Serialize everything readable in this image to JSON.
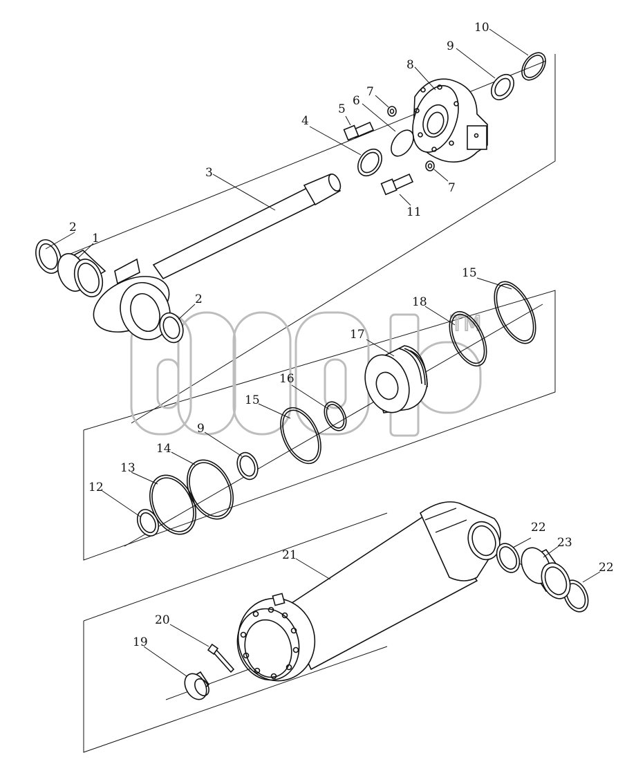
{
  "diagram": {
    "watermark": {
      "brand": "amd",
      "mark": "TM"
    },
    "labels": [
      {
        "id": "l10",
        "text": "10"
      },
      {
        "id": "l9a",
        "text": "9"
      },
      {
        "id": "l8",
        "text": "8"
      },
      {
        "id": "l7a",
        "text": "7"
      },
      {
        "id": "l6",
        "text": "6"
      },
      {
        "id": "l5",
        "text": "5"
      },
      {
        "id": "l4",
        "text": "4"
      },
      {
        "id": "l7b",
        "text": "7"
      },
      {
        "id": "l11",
        "text": "11"
      },
      {
        "id": "l3",
        "text": "3"
      },
      {
        "id": "l2a",
        "text": "2"
      },
      {
        "id": "l1",
        "text": "1"
      },
      {
        "id": "l2b",
        "text": "2"
      },
      {
        "id": "l15a",
        "text": "15"
      },
      {
        "id": "l18",
        "text": "18"
      },
      {
        "id": "l17",
        "text": "17"
      },
      {
        "id": "l16",
        "text": "16"
      },
      {
        "id": "l15b",
        "text": "15"
      },
      {
        "id": "l9b",
        "text": "9"
      },
      {
        "id": "l14",
        "text": "14"
      },
      {
        "id": "l13",
        "text": "13"
      },
      {
        "id": "l12",
        "text": "12"
      },
      {
        "id": "l22a",
        "text": "22"
      },
      {
        "id": "l23",
        "text": "23"
      },
      {
        "id": "l22b",
        "text": "22"
      },
      {
        "id": "l21",
        "text": "21"
      },
      {
        "id": "l20",
        "text": "20"
      },
      {
        "id": "l19",
        "text": "19"
      }
    ]
  }
}
